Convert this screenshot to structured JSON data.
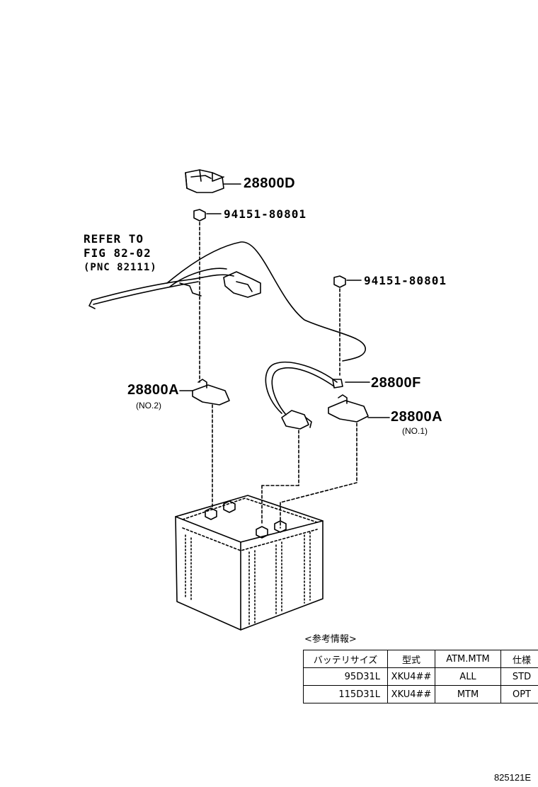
{
  "labels": {
    "clamp_cover": "28800D",
    "nut_top": "94151-80801",
    "nut_right": "94151-80801",
    "cable": "28800F",
    "terminal_no2": "28800A",
    "terminal_no2_sub": "(NO.2)",
    "terminal_no1": "28800A",
    "terminal_no1_sub": "(NO.1)"
  },
  "refer": {
    "line1": "REFER TO",
    "line2": "FIG 82-02",
    "line3": "(PNC 82111)"
  },
  "info_table": {
    "title": "<参考情報>",
    "headers": [
      "バッテリサイズ",
      "型式",
      "ATM.MTM",
      "仕様"
    ],
    "rows": [
      [
        "95D31L",
        "XKU4##",
        "ALL",
        "STD"
      ],
      [
        "115D31L",
        "XKU4##",
        "MTM",
        "OPT"
      ]
    ]
  },
  "figure_number": "825121E"
}
